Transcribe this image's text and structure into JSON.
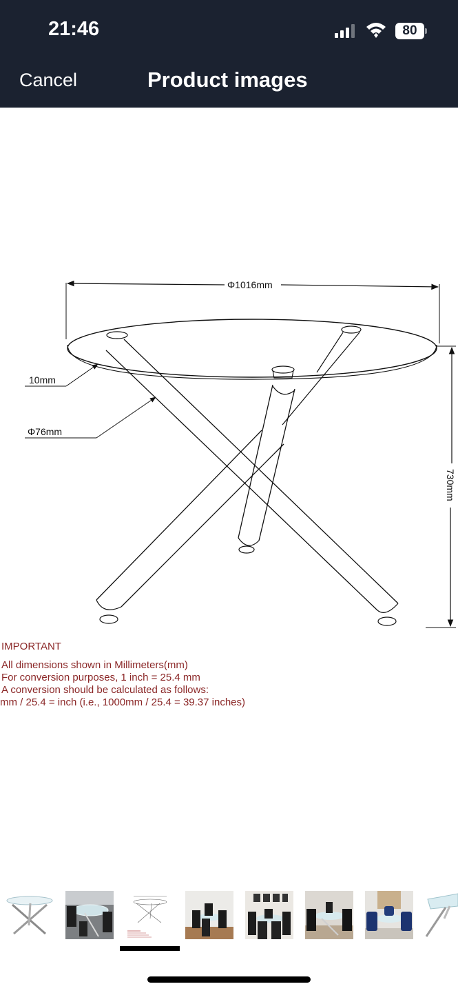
{
  "status_bar": {
    "time": "21:46",
    "battery_level": "80",
    "icons": [
      "cellular-signal-icon",
      "wifi-icon",
      "battery-icon"
    ]
  },
  "nav": {
    "cancel_label": "Cancel",
    "title": "Product images"
  },
  "drawing": {
    "diameter_label": "Φ1016mm",
    "top_thickness_label": "10mm",
    "leg_diameter_label": "Φ76mm",
    "height_label": "730mm"
  },
  "notes": {
    "heading": "IMPORTANT",
    "lines": [
      "All  dimensions shown in Millimeters(mm)",
      "For conversion purposes, 1 inch = 25.4 mm",
      "A conversion should be calculated as follows:",
      "mm / 25.4 = inch (i.e., 1000mm / 25.4 = 39.37 inches)"
    ]
  },
  "thumbnails": {
    "selected_index": 2,
    "count": 8
  },
  "colors": {
    "header_bg": "#1b2230",
    "note_text": "#8b2727"
  }
}
